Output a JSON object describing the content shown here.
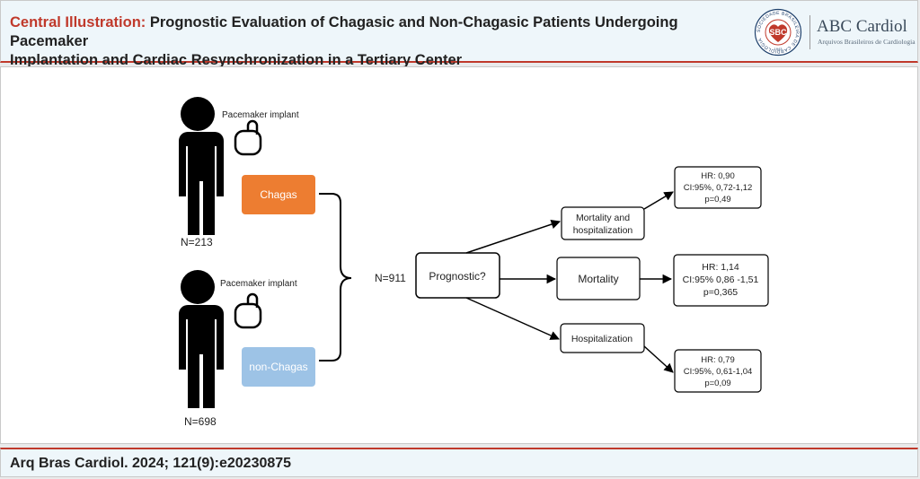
{
  "header": {
    "title_prefix": "Central Illustration:",
    "title_line1": "Prognostic Evaluation of Chagasic and Non-Chagasic Patients Undergoing Pacemaker",
    "title_line2": "Implantation and Cardiac Resynchronization in a Tertiary Center"
  },
  "logo": {
    "seal_abbrev": "SBC",
    "seal_ring_text": "SOCIEDADE BRASILEIRA DE CARDIOLOGIA",
    "seal_year": "1943",
    "journal_name": "ABC Cardiol",
    "journal_subtitle": "Arquivos Brasileiros de Cardiologia"
  },
  "diagram": {
    "group1": {
      "implant_label": "Pacemaker implant",
      "group_label": "Chagas",
      "n_label": "N=213"
    },
    "group2": {
      "implant_label": "Pacemaker implant",
      "group_label": "non-Chagas",
      "n_label": "N=698"
    },
    "total_label": "N=911",
    "question_label": "Prognostic?",
    "outcomes": [
      {
        "label_line1": "Mortality and",
        "label_line2": "hospitalization",
        "stat_line1": "HR: 0,90",
        "stat_line2": "CI:95%, 0,72-1,12",
        "stat_line3": "p=0,49"
      },
      {
        "label_line1": "Mortality",
        "stat_line1": "HR: 1,14",
        "stat_line2": "CI:95% 0,86 -1,51",
        "stat_line3": "p=0,365"
      },
      {
        "label_line1": "Hospitalization",
        "stat_line1": "HR: 0,79",
        "stat_line2": "CI:95%, 0,61-1,04",
        "stat_line3": "p=0,09"
      }
    ],
    "colors": {
      "chagas": "#ed7d31",
      "non_chagas": "#9dc3e6",
      "figure": "#000000"
    }
  },
  "footer": {
    "citation": "Arq Bras Cardiol. 2024; 121(9):e20230875"
  }
}
